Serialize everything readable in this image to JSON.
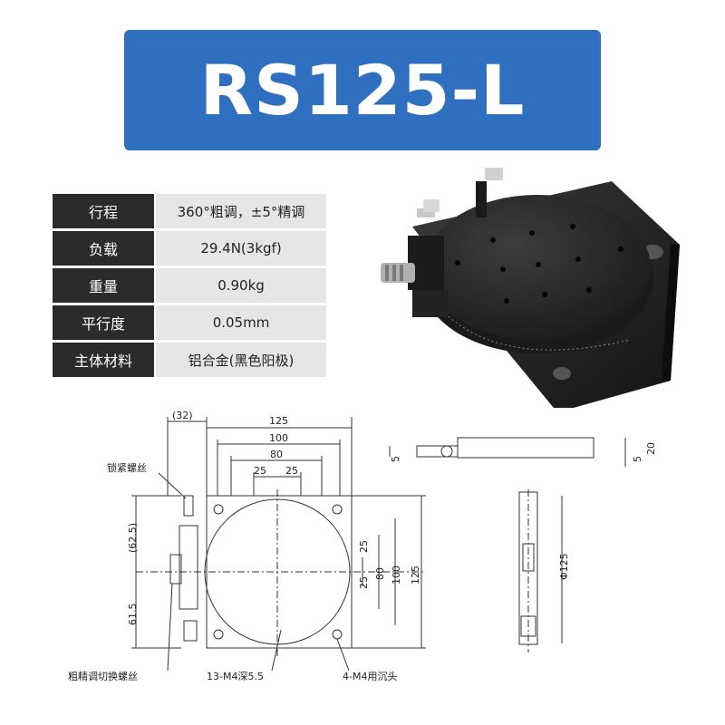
{
  "title": "RS125-L",
  "specs": [
    {
      "label": "行程",
      "value": "360°粗调，±5°精调"
    },
    {
      "label": "负载",
      "value": "29.4N(3kgf)"
    },
    {
      "label": "重量",
      "value": "0.90kg"
    },
    {
      "label": "平行度",
      "value": "0.05mm"
    },
    {
      "label": "主体材料",
      "value": "铝合金(黑色阳极)"
    }
  ],
  "drawing": {
    "dims_top": {
      "d32": "(32)",
      "d125": "125",
      "d100": "100",
      "d80": "80",
      "d25a": "25",
      "d25b": "25"
    },
    "dims_left": {
      "d625": "(62.5)",
      "d615": "61.5"
    },
    "dims_right": {
      "d25a": "25",
      "d25b": "25",
      "d80": "80",
      "d100": "100",
      "d125": "125"
    },
    "side_view": {
      "d5a": "5",
      "d5b": "5",
      "d20": "20"
    },
    "end_view": {
      "phi125": "Φ125"
    },
    "callouts": {
      "lock_screw": "锁紧螺丝",
      "switch_screw": "粗精调切换螺丝",
      "m4_depth": "13-M4深5.5",
      "m4_counterbore": "4-M4用沉头"
    }
  },
  "colors": {
    "banner": "#2f6fbf",
    "label_bg": "#2b2b2b",
    "value_bg": "#e6e6e6"
  }
}
